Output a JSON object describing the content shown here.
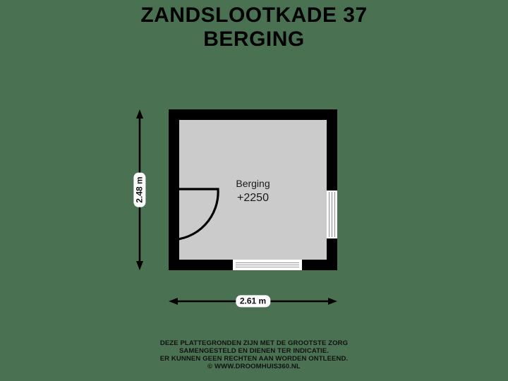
{
  "page": {
    "background_color": "#4a7252",
    "wall_color": "#000000",
    "floor_fill_color": "#cbcbcb"
  },
  "title": {
    "line1": "ZANDSLOOTKADE 37",
    "line2": "BERGING"
  },
  "plan": {
    "room": {
      "name": "Berging",
      "level": "+2250"
    },
    "openings": {
      "door_label": "door-right-wall",
      "window_label": "window-bottom-wall"
    },
    "dimensions": {
      "vertical": "2.48 m",
      "horizontal": "2.61 m"
    }
  },
  "footer": {
    "line1": "DEZE PLATTEGRONDEN ZIJN MET DE GROOTSTE ZORG",
    "line2": "SAMENGESTELD EN DIENEN TER INDICATIE.",
    "line3": "ER KUNNEN GEEN RECHTEN AAN WORDEN ONTLEEND.",
    "line4": "© WWW.DROOMHUIS360.NL"
  }
}
